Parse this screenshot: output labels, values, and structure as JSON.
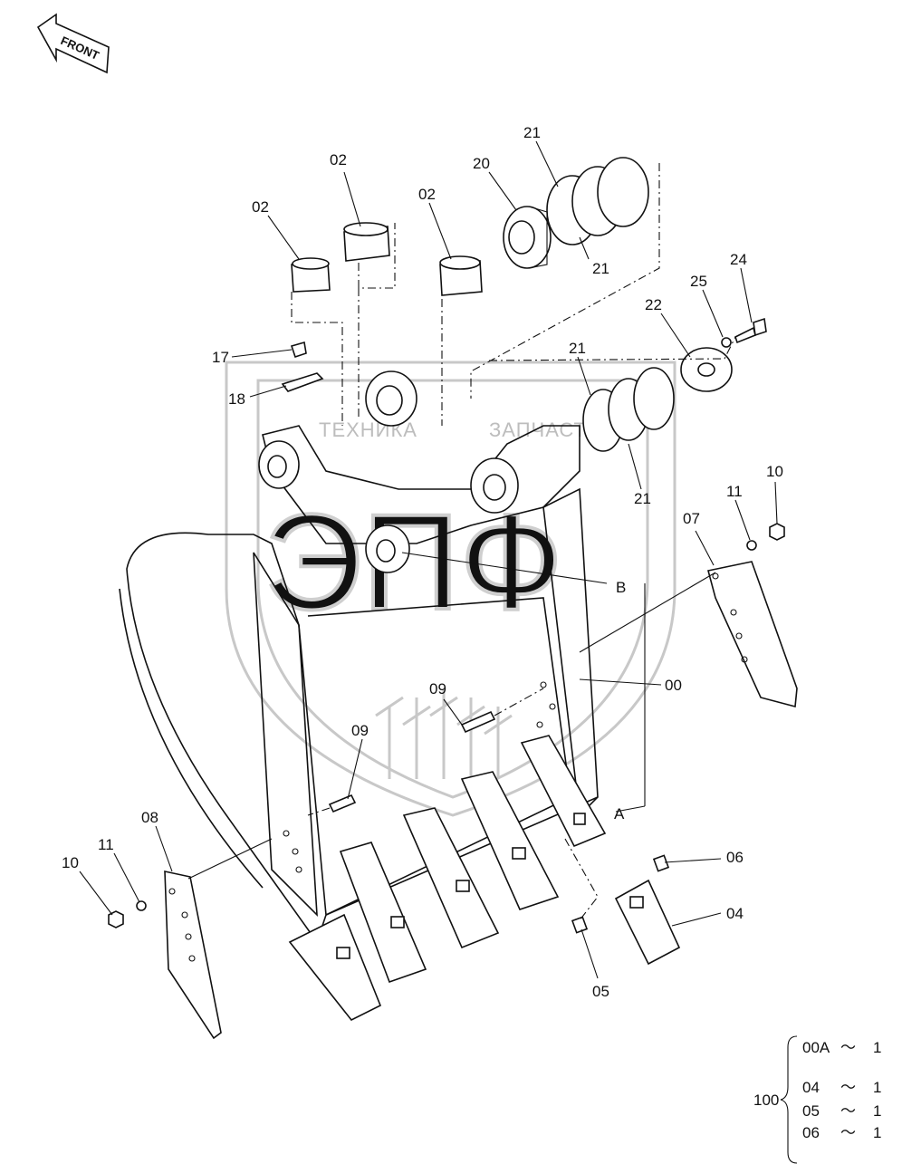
{
  "front_label": "FRONT",
  "watermark": {
    "top_text_left": "ТЕХНИКА",
    "top_text_right": "ЗАПЧАСТИ",
    "big_text": "ЭПФ"
  },
  "callouts": {
    "c02a": "02",
    "c02b": "02",
    "c02c": "02",
    "c20": "20",
    "c21a": "21",
    "c21b": "21",
    "c21c": "21",
    "c21d": "21",
    "c22": "22",
    "c25": "25",
    "c24": "24",
    "c17": "17",
    "c18": "18",
    "c10a": "10",
    "c11a": "11",
    "c07": "07",
    "cB": "B",
    "c00": "00",
    "cA": "A",
    "c09a": "09",
    "c09b": "09",
    "c08": "08",
    "c11b": "11",
    "c10b": "10",
    "c06": "06",
    "c04": "04",
    "c05": "05"
  },
  "parts_set": {
    "label": "100",
    "rows": [
      {
        "code": "00A",
        "sep": "〜",
        "qty": "1"
      },
      {
        "code": "04",
        "sep": "〜",
        "qty": "1"
      },
      {
        "code": "05",
        "sep": "〜",
        "qty": "1"
      },
      {
        "code": "06",
        "sep": "〜",
        "qty": "1"
      }
    ]
  }
}
